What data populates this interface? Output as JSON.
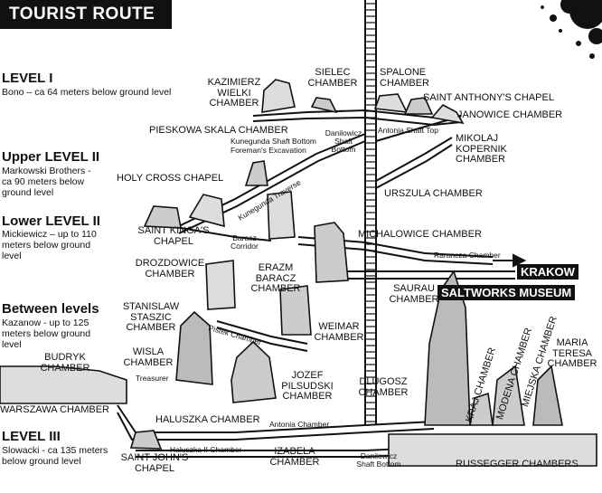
{
  "title": "TOURIST ROUTE",
  "levels": [
    {
      "name": "LEVEL I",
      "desc": "Bono – ca 64 meters below ground level"
    },
    {
      "name": "Upper LEVEL II",
      "desc": "Markowski Brothers - ca 90 meters below ground level"
    },
    {
      "name": "Lower LEVEL II",
      "desc": "Mickiewicz – up to 110 meters below ground level"
    },
    {
      "name": "Between levels",
      "desc": "Kazanow - up to 125 meters below ground level"
    },
    {
      "name": "LEVEL III",
      "desc": "Slowacki - ca 135 meters below ground level"
    }
  ],
  "chambers": {
    "kazimierz": "KAZIMIERZ WIELKI CHAMBER",
    "sielec": "SIELEC CHAMBER",
    "spalone": "SPALONE CHAMBER",
    "saint_anthony": "SAINT ANTHONY'S CHAPEL",
    "janowice": "JANOWICE CHAMBER",
    "pieskowa": "PIESKOWA SKALA CHAMBER",
    "mikolaj": "MIKOLAJ KOPERNIK CHAMBER",
    "holy_cross": "HOLY CROSS CHAPEL",
    "urszula": "URSZULA CHAMBER",
    "saint_kinga": "SAINT KINGA'S CHAPEL",
    "michalowice": "MICHALOWICE CHAMBER",
    "drozdowice": "DROZDOWICE CHAMBER",
    "erazm": "ERAZM BARACZ CHAMBER",
    "saurau": "SAURAU CHAMBER",
    "stanislaw": "STANISLAW STASZIC CHAMBER",
    "weimar": "WEIMAR CHAMBER",
    "budryk": "BUDRYK CHAMBER",
    "wisla": "WISLA CHAMBER",
    "jozef": "JOZEF PILSUDSKI CHAMBER",
    "dlugosz": "DLUGOSZ CHAMBER",
    "warszawa": "WARSZAWA CHAMBER",
    "haluszka": "HALUSZKA CHAMBER",
    "izabela": "IZABELA CHAMBER",
    "saint_john": "SAINT JOHN'S CHAPEL",
    "russegger": "RUSSEGGER CHAMBERS",
    "kraj": "KRAJ CHAMBER",
    "modena": "MODENA CHAMBER",
    "miejska": "MIEJSKA CHAMBER",
    "maria_teresa": "MARIA TERESA CHAMBER"
  },
  "labels": {
    "kunegunda_bottom": "Kunegunda Shaft Bottom",
    "foremans": "Foreman's Excavation",
    "danilowicz_shaft_bottom": "Danilowicz Shaft Bottom",
    "antonia_shaft_top": "Antonia Shaft Top",
    "kunegunda_traverse": "Kunegunda Traverse",
    "baracz_corridor": "Baracz Corridor",
    "rarancza": "Rarancza Chamber",
    "pistek": "Pistek Chamber",
    "treasurer": "Treasurer",
    "antonia_chamber": "Antonia Chamber",
    "haluszka_ii": "Haluszka II Chamber",
    "danilowicz_bottom_2": "Danilowicz Shaft Bottom"
  },
  "museum": {
    "line1": "KRAKOW",
    "line2": "SALTWORKS MUSEUM"
  },
  "colors": {
    "ink": "#111111",
    "paper": "#ffffff",
    "label_bg": "#111111",
    "label_text": "#ffffff"
  }
}
